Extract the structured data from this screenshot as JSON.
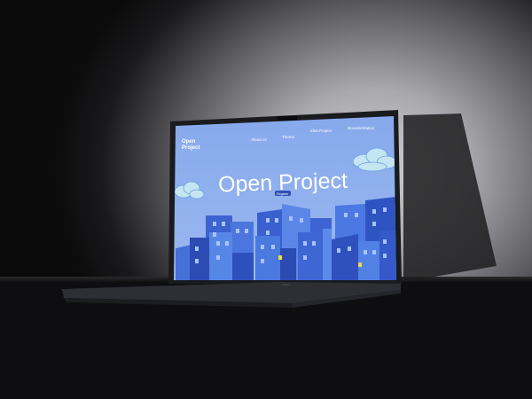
{
  "website": {
    "logo_line1": "Open",
    "logo_line2": "Project",
    "nav": [
      "About us",
      "Theme",
      "Idea Project",
      "Documentation"
    ],
    "hero_title": "Open Project",
    "hero_button": "Register"
  },
  "colors": {
    "sky": "#8fb0ee",
    "building_dark": "#2f4fb8",
    "building_mid": "#3f6ad8",
    "building_light": "#5a86e8",
    "window_light": "#a8c4ff",
    "window_yellow": "#f2d84a",
    "cloud": "#bfe3f2",
    "laptop_body": "#2d2f35"
  }
}
